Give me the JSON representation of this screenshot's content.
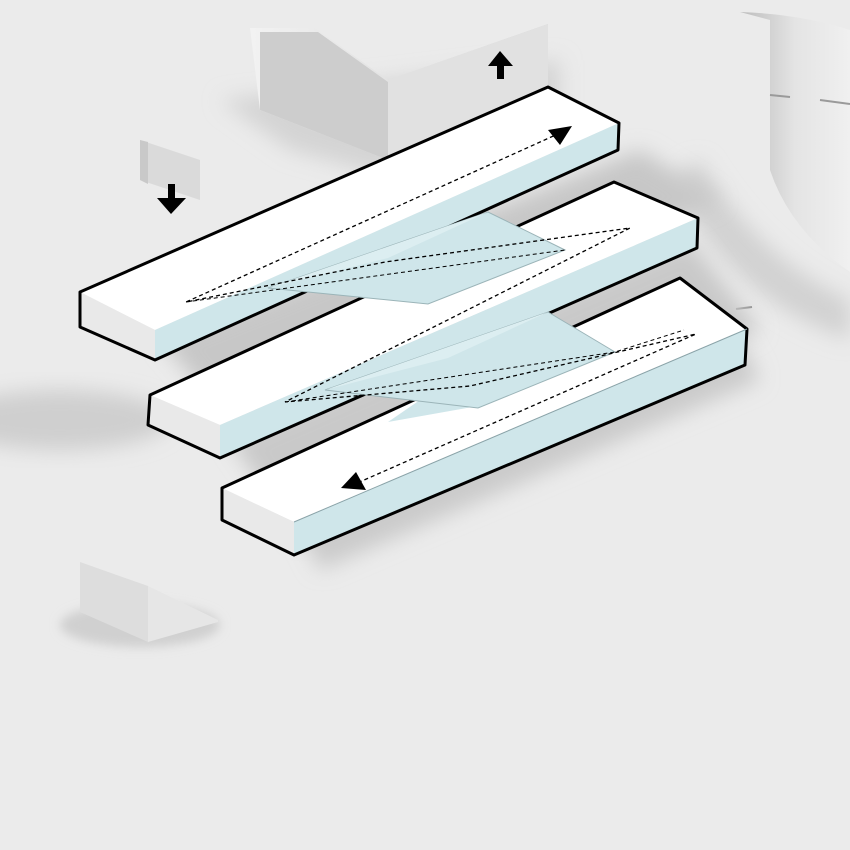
{
  "diagram": {
    "kind": "axonometric-ramp-diagram",
    "ramp_levels": 3,
    "circulation": "zigzag",
    "colors": {
      "background": "#ebebeb",
      "slab_top": "#ffffff",
      "slab_side": "#cfe6ea",
      "slab_front": "#e9e9e9",
      "outline": "#000000",
      "context_mass": "#dcdcdc"
    },
    "icons": [
      "arrow-up-icon",
      "arrow-down-icon"
    ]
  }
}
